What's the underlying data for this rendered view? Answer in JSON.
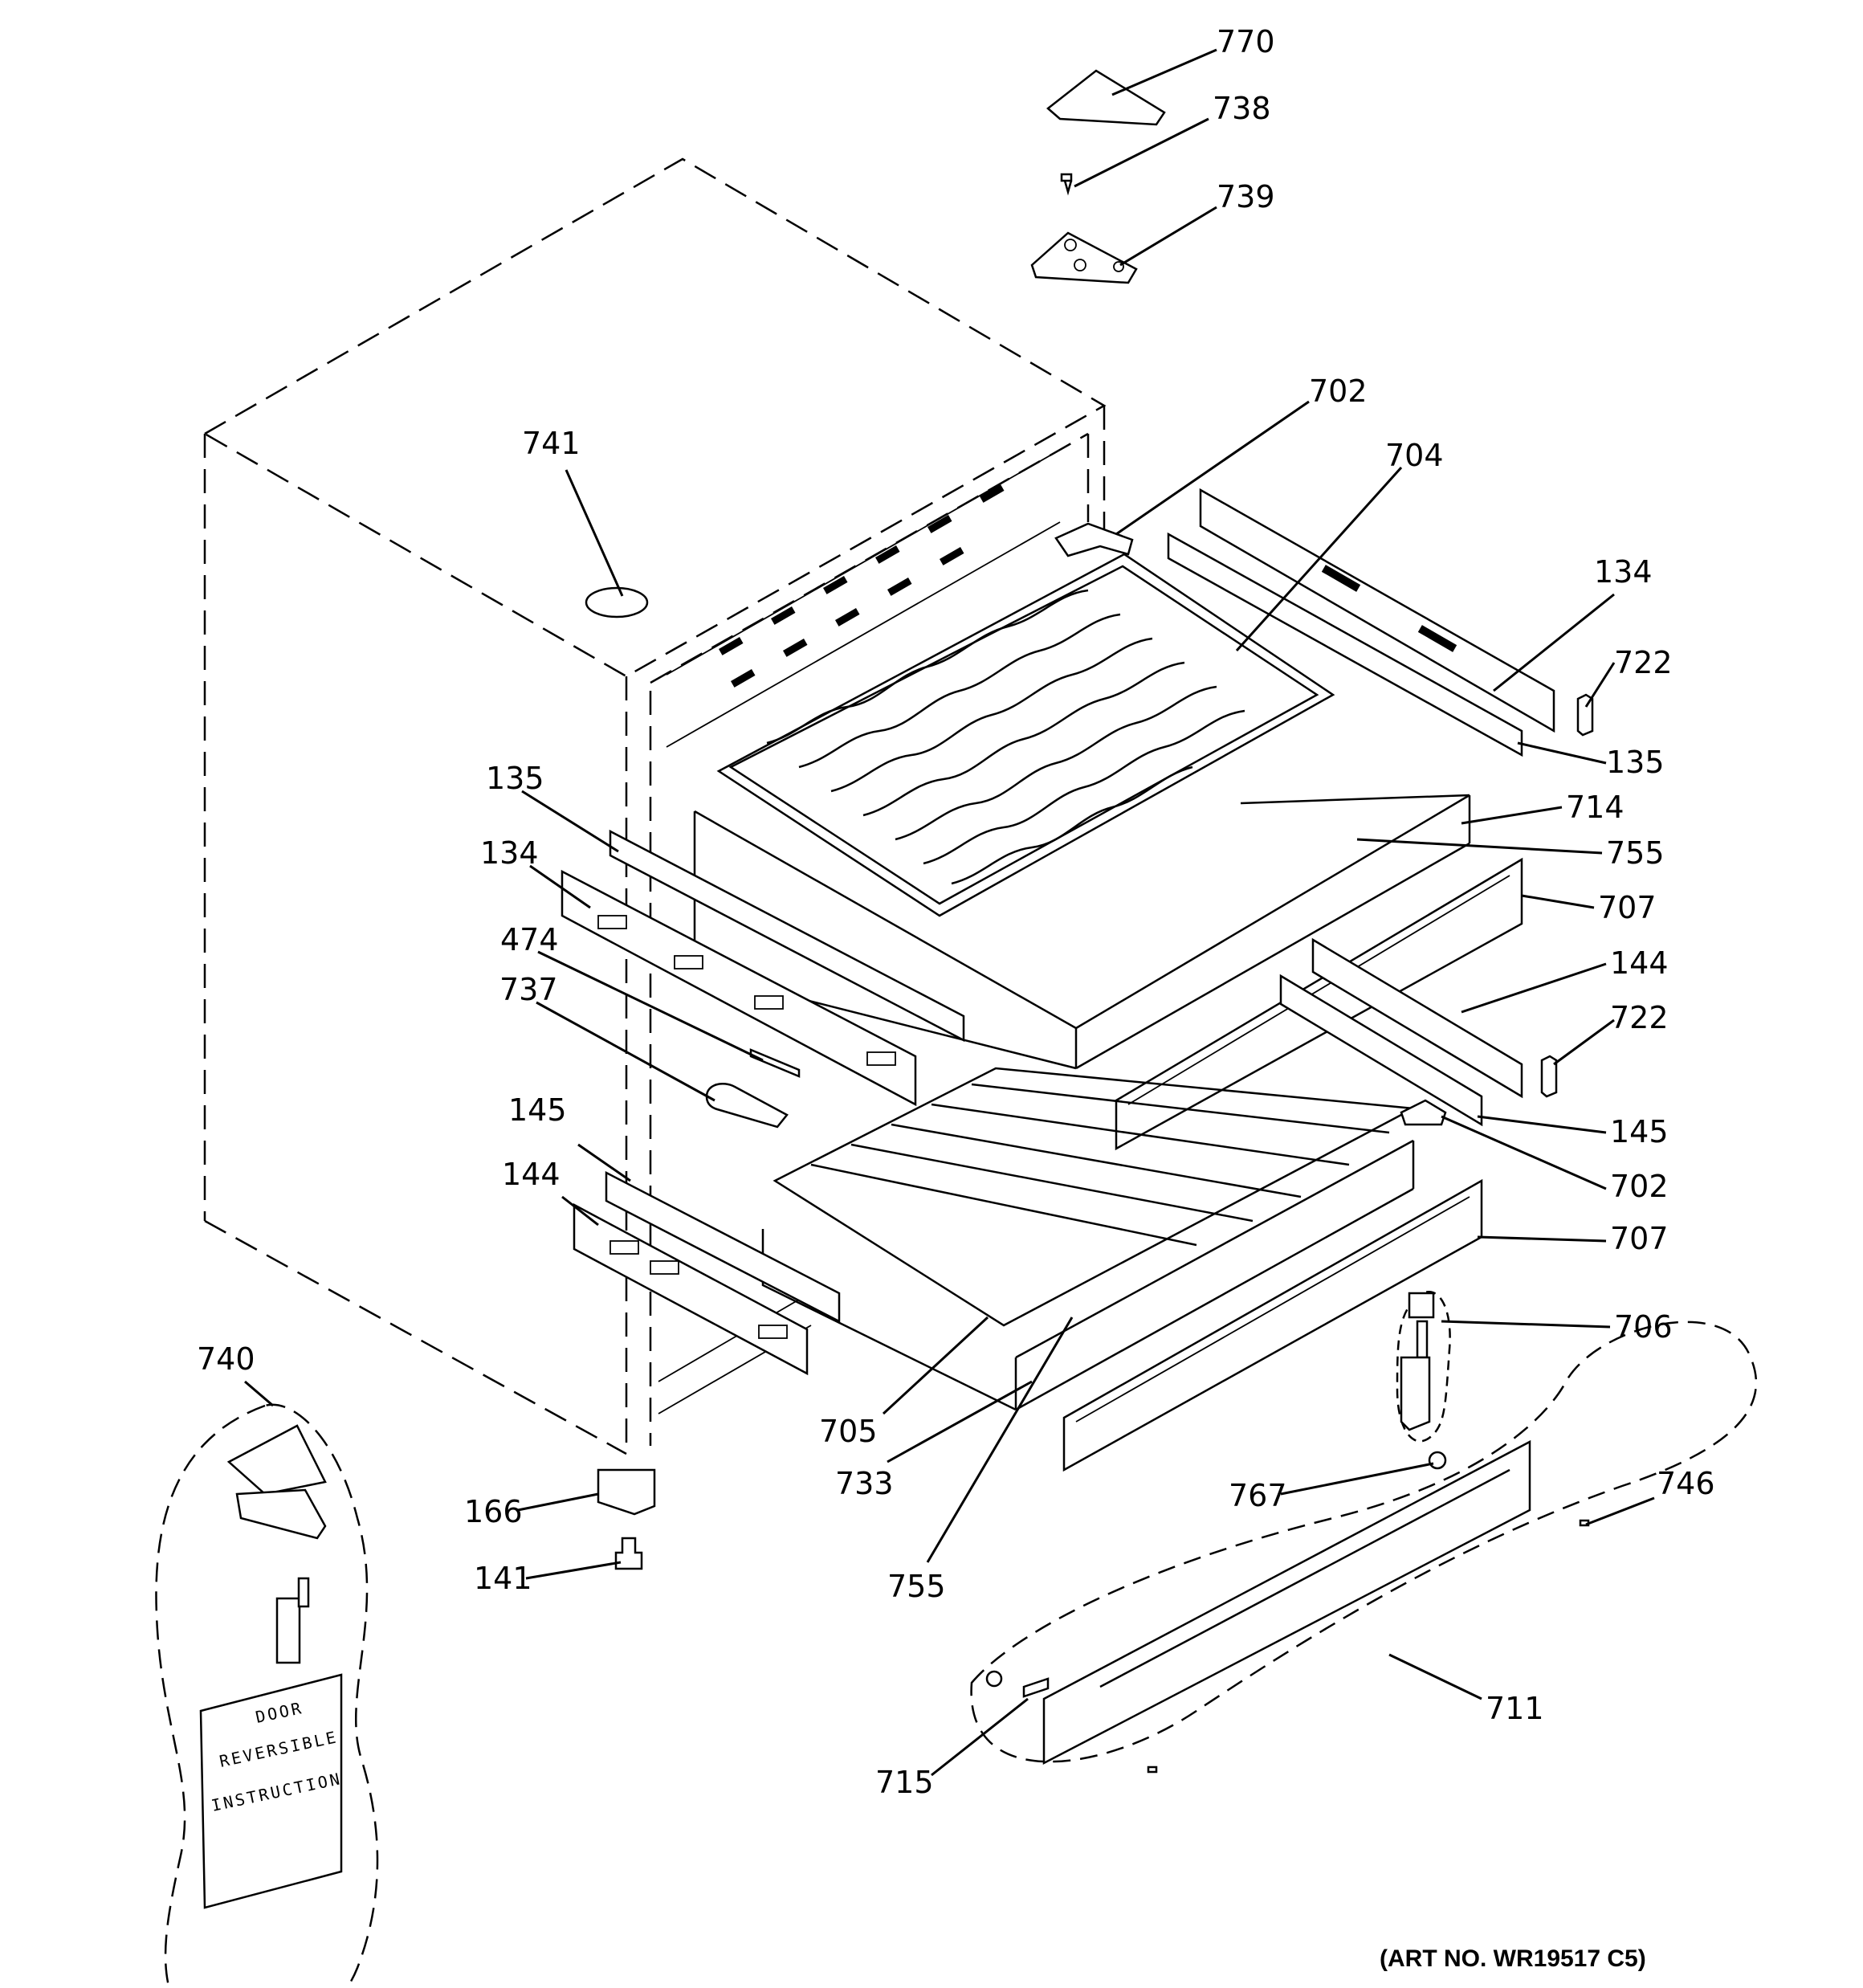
{
  "diagram": {
    "art_number": "(ART NO. WR19517 C5)",
    "sign_text": [
      "DOOR",
      "REVERSIBLE",
      "INSTRUCTION"
    ],
    "callouts": [
      {
        "id": "770",
        "text": "770"
      },
      {
        "id": "738",
        "text": "738"
      },
      {
        "id": "739",
        "text": "739"
      },
      {
        "id": "741",
        "text": "741"
      },
      {
        "id": "702a",
        "text": "702"
      },
      {
        "id": "704",
        "text": "704"
      },
      {
        "id": "134a",
        "text": "134"
      },
      {
        "id": "722a",
        "text": "722"
      },
      {
        "id": "135a",
        "text": "135"
      },
      {
        "id": "135b",
        "text": "135"
      },
      {
        "id": "714",
        "text": "714"
      },
      {
        "id": "755a",
        "text": "755"
      },
      {
        "id": "134b",
        "text": "134"
      },
      {
        "id": "707a",
        "text": "707"
      },
      {
        "id": "474",
        "text": "474"
      },
      {
        "id": "737",
        "text": "737"
      },
      {
        "id": "144a",
        "text": "144"
      },
      {
        "id": "722b",
        "text": "722"
      },
      {
        "id": "145a",
        "text": "145"
      },
      {
        "id": "145b",
        "text": "145"
      },
      {
        "id": "702b",
        "text": "702"
      },
      {
        "id": "144b",
        "text": "144"
      },
      {
        "id": "707b",
        "text": "707"
      },
      {
        "id": "706",
        "text": "706"
      },
      {
        "id": "740",
        "text": "740"
      },
      {
        "id": "705",
        "text": "705"
      },
      {
        "id": "733",
        "text": "733"
      },
      {
        "id": "166",
        "text": "166"
      },
      {
        "id": "767",
        "text": "767"
      },
      {
        "id": "746",
        "text": "746"
      },
      {
        "id": "141",
        "text": "141"
      },
      {
        "id": "755b",
        "text": "755"
      },
      {
        "id": "711",
        "text": "711"
      },
      {
        "id": "715",
        "text": "715"
      }
    ]
  }
}
